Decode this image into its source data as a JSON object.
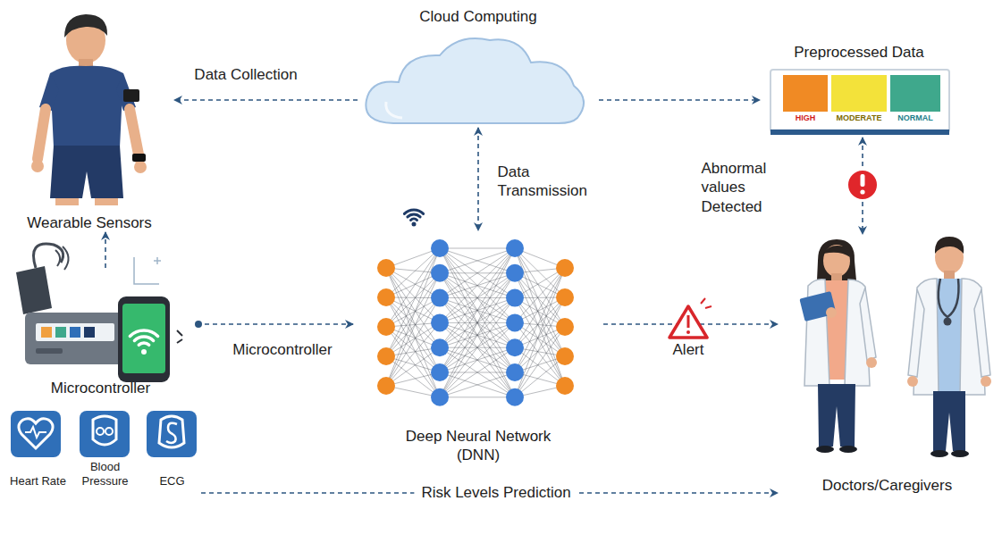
{
  "diagram": {
    "nodes": [
      {
        "text": [
          "Wearable Sensors"
        ]
      },
      {
        "text": [
          "Cloud Computing"
        ]
      },
      {
        "text": [
          "Preprocessed Data"
        ]
      },
      {
        "text": [
          "HIGH"
        ],
        "in": 2
      },
      {
        "text": [
          "MODERATE"
        ],
        "in": 2
      },
      {
        "text": [
          "NORMAL"
        ],
        "in": 2
      },
      {
        "text": [
          "Microcontroller"
        ]
      },
      {
        "text": [
          "Heart Rate"
        ]
      },
      {
        "text": [
          "Blood Pressure"
        ]
      },
      {
        "text": [
          "ECG"
        ]
      },
      {
        "text": [
          "Deep Neural Network (DNN)"
        ]
      },
      {
        "text": [
          "Doctors/Caregivers"
        ]
      }
    ],
    "edges": [
      {
        "from": 1,
        "to": 0,
        "arrow": "to",
        "label": "Data Collection"
      },
      {
        "from": 1,
        "to": 2,
        "arrow": "to"
      },
      {
        "from": 1,
        "to": 10,
        "arrow": "both",
        "label": "Data Transmission"
      },
      {
        "from": 2,
        "to": 11,
        "arrow": "both",
        "label": "Abnormal values Detected"
      },
      {
        "from": 6,
        "to": 0,
        "arrow": "to"
      },
      {
        "from": 6,
        "to": 10,
        "arrow": "to",
        "label": "Microcontroller"
      },
      {
        "from": 10,
        "to": 11,
        "arrow": "to",
        "label": "Alert"
      },
      {
        "from": 9,
        "to": 11,
        "arrow": "to",
        "label": "Risk Levels Prediction"
      }
    ]
  }
}
